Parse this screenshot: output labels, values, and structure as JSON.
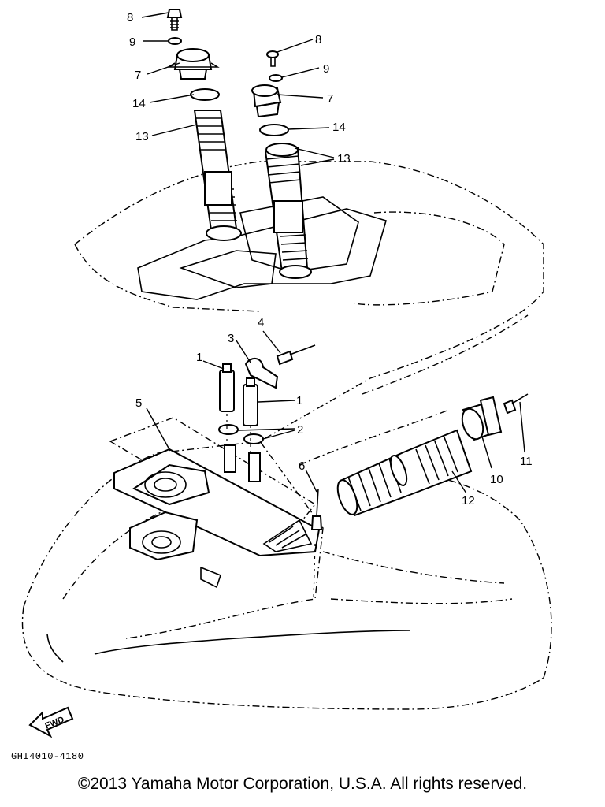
{
  "diagram": {
    "callouts": {
      "p1a": "1",
      "p1b": "1",
      "p2": "2",
      "p3": "3",
      "p4": "4",
      "p5": "5",
      "p6": "6",
      "p7a": "7",
      "p7b": "7",
      "p8a": "8",
      "p8b": "8",
      "p9a": "9",
      "p9b": "9",
      "p10": "10",
      "p11": "11",
      "p12": "12",
      "p13a": "13",
      "p13b": "13",
      "p14a": "14",
      "p14b": "14"
    },
    "direction_label": "FWD",
    "drawing_code": "GHI4010-4180",
    "copyright": "©2013 Yamaha Motor Corporation, U.S.A. All rights reserved."
  }
}
